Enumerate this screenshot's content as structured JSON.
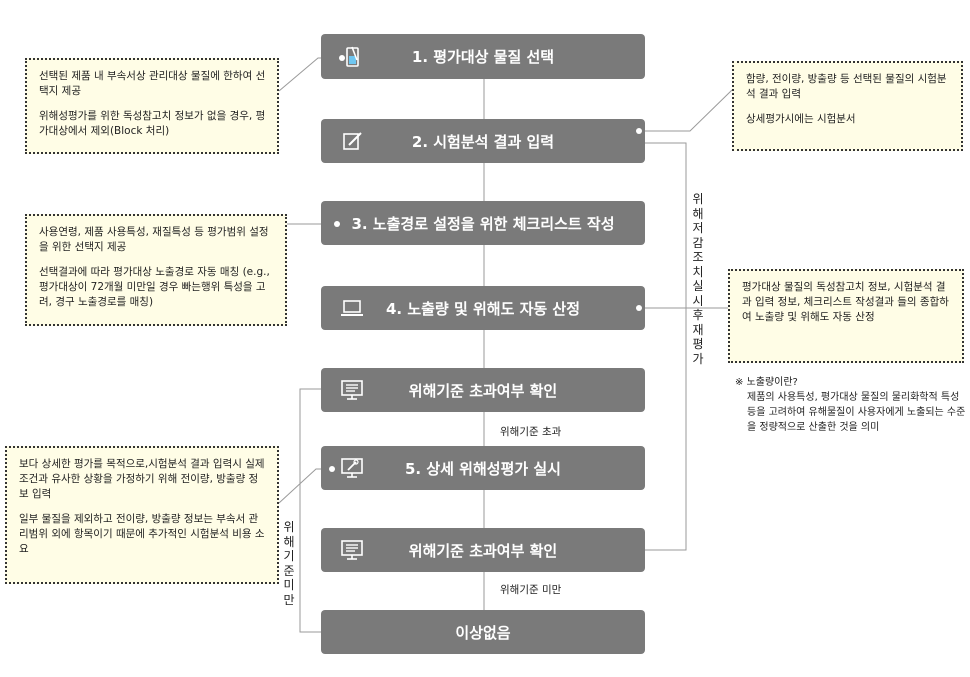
{
  "steps": [
    {
      "id": "s1",
      "label": "1. 평가대상 물질 선택",
      "icon": "beaker-icon"
    },
    {
      "id": "s2",
      "label": "2. 시험분석 결과 입력",
      "icon": "edit-icon"
    },
    {
      "id": "s3",
      "label": "3. 노출경로 설정을 위한 체크리스트 작성",
      "icon": ""
    },
    {
      "id": "s4",
      "label": "4. 노출량 및 위해도 자동 산정",
      "icon": "laptop-icon"
    },
    {
      "id": "s5",
      "label": "위해기준 초과여부 확인",
      "icon": "monitor-chart-icon"
    },
    {
      "id": "s6",
      "label": "5. 상세 위해성평가 실시",
      "icon": "monitor-tools-icon"
    },
    {
      "id": "s7",
      "label": "위해기준 초과여부 확인",
      "icon": "monitor-chart-icon"
    },
    {
      "id": "s8",
      "label": "이상없음",
      "icon": ""
    }
  ],
  "notes": {
    "n1": [
      "선택된 제품 내 부속서상 관리대상 물질에 한하여 선택지 제공",
      "위해성평가를 위한 독성참고치 정보가 없을 경우, 평가대상에서 제외(Block 처리)"
    ],
    "n2": [
      "함량, 전이량, 방출량 등 선택된 물질의 시험분석 결과 입력",
      "상세평가시에는 시험분서"
    ],
    "n3": [
      "사용연령, 제품 사용특성, 재질특성 등 평가범위 설정을 위한 선택지 제공",
      "선택결과에 따라 평가대상 노출경로 자동 매칭 (e.g., 평가대상이 72개월 미만일 경우 빠는행위 특성을 고려, 경구 노출경로를 매칭)"
    ],
    "n4": [
      "평가대상 물질의 독성참고치 정보, 시험분석 결과 입력 정보, 체크리스트 작성결과 들의 종합하여 노출량 및 위해도 자동 산정"
    ],
    "n5": [
      "보다 상세한 평가를 목적으로,시험분석 결과 입력시 실제조건과 유사한 상황을 가정하기 위해 전이량, 방출량 정보 입력",
      "일부 물질을 제외하고 전이량, 방출량 정보는 부속서 관리범위 외에 항목이기 때문에 추가적인 시험분석 비용 소요"
    ]
  },
  "labels": {
    "exceed": "위해기준 초과",
    "below": "위해기준 미만",
    "reeval": "위해저감조치실시후재평가",
    "below_vertical": "위해기준미만"
  },
  "definition": {
    "title": "※ 노출량이란?",
    "body": "제품의 사용특성, 평가대상 물질의 물리화학적 특성 등을 고려하여 유해물질이 사용자에게 노출되는 수준을 정량적으로 산출한 것을 의미"
  },
  "colors": {
    "box": "#7a7a7a",
    "note_bg": "#fffde6",
    "line": "#9a9a9a"
  }
}
